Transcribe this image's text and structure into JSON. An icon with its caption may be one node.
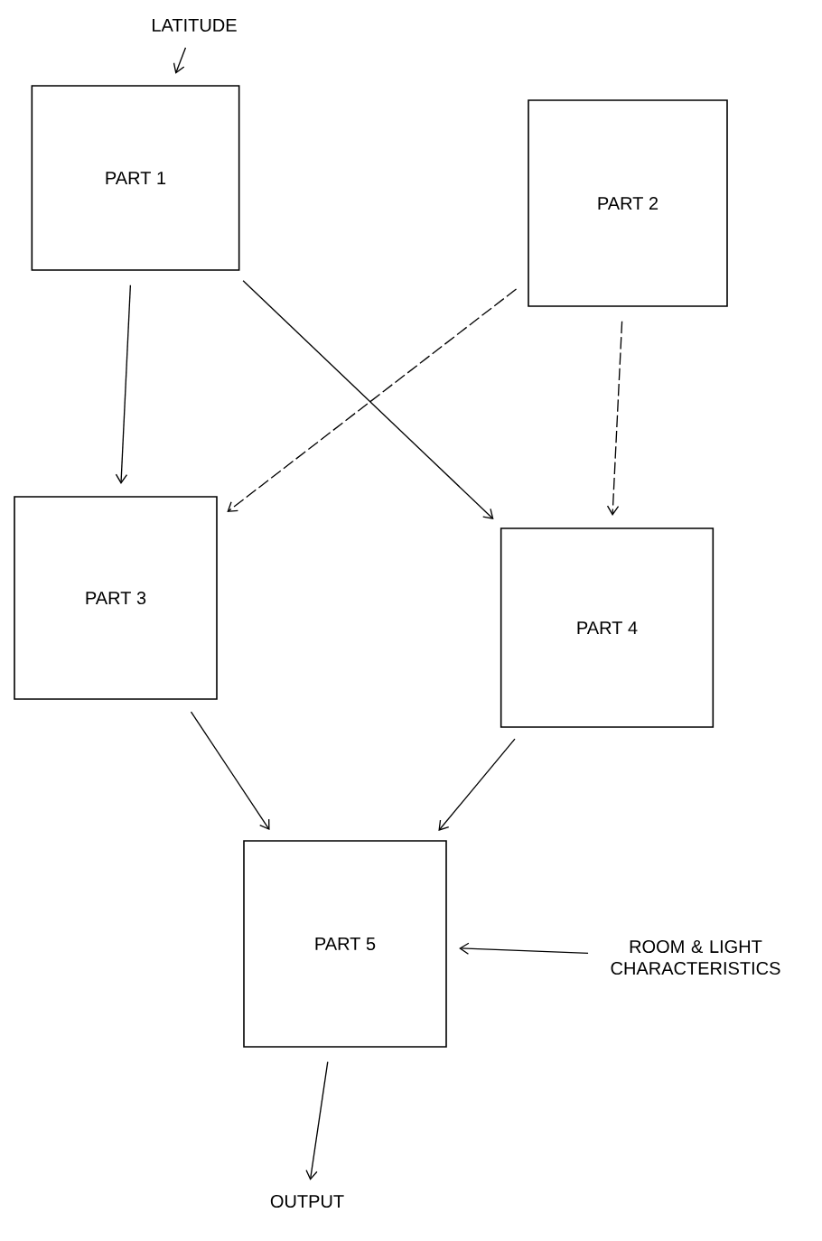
{
  "diagram": {
    "nodes": [
      {
        "text": [
          "LATITUDE"
        ]
      },
      {
        "text": [
          "PART 1"
        ]
      },
      {
        "text": [
          "PART 2"
        ]
      },
      {
        "text": [
          "PART 3"
        ]
      },
      {
        "text": [
          "PART 4"
        ]
      },
      {
        "text": [
          "PART 5"
        ]
      },
      {
        "text": [
          "ROOM & LIGHT CHARACTERISTICS"
        ]
      },
      {
        "text": [
          "OUTPUT"
        ]
      }
    ],
    "edges": [
      {
        "from": 0,
        "to": 1,
        "arrow": "to"
      },
      {
        "from": 1,
        "to": 3,
        "arrow": "to"
      },
      {
        "from": 1,
        "to": 4,
        "arrow": "to"
      },
      {
        "from": 2,
        "to": 3,
        "arrow": "to",
        "style": "dashed"
      },
      {
        "from": 2,
        "to": 4,
        "arrow": "to",
        "style": "dashed"
      },
      {
        "from": 3,
        "to": 5,
        "arrow": "to"
      },
      {
        "from": 4,
        "to": 5,
        "arrow": "to"
      },
      {
        "from": 6,
        "to": 5,
        "arrow": "to"
      },
      {
        "from": 5,
        "to": 7,
        "arrow": "to"
      }
    ]
  }
}
